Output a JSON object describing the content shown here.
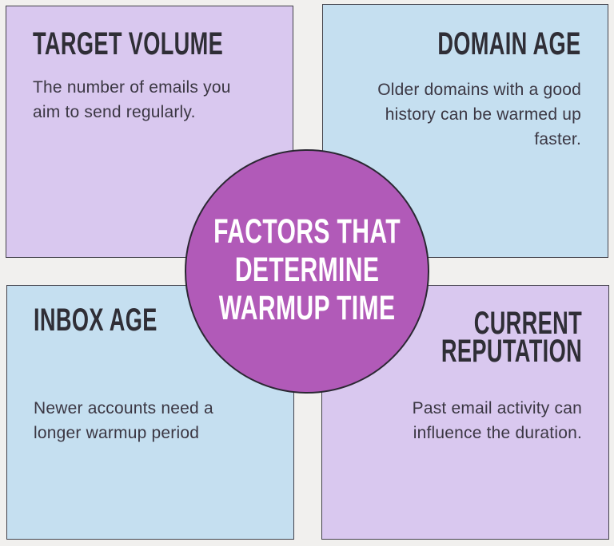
{
  "page": {
    "background_color": "#f1f0ee",
    "card_border_color": "#43424b",
    "title_text_color": "#2f2e36",
    "body_text_color": "#3b3743"
  },
  "circle": {
    "bg_color": "#b15ab8",
    "border_color": "#2b2833",
    "text_color": "#ffffff",
    "lines": [
      "FACTORS THAT",
      "DETERMINE",
      "WARMUP TIME"
    ]
  },
  "quadrants": [
    {
      "id": "target-volume",
      "bg_color": "#d9c8ef",
      "align": "left",
      "title_lines": [
        "TARGET VOLUME"
      ],
      "body_lines": [
        "The number of emails you",
        "aim to send regularly."
      ]
    },
    {
      "id": "domain-age",
      "bg_color": "#c5dff0",
      "align": "right",
      "title_lines": [
        "DOMAIN AGE"
      ],
      "body_lines": [
        "Older domains with a good",
        "history can be warmed up",
        "faster."
      ]
    },
    {
      "id": "inbox-age",
      "bg_color": "#c5dff0",
      "align": "left",
      "title_lines": [
        "INBOX AGE"
      ],
      "body_lines": [
        "Newer accounts need a",
        "longer warmup period"
      ]
    },
    {
      "id": "current-reputation",
      "bg_color": "#d9c8ef",
      "align": "right",
      "title_lines": [
        "CURRENT",
        "REPUTATION"
      ],
      "body_lines": [
        "Past email activity can",
        "influence the duration."
      ]
    }
  ]
}
